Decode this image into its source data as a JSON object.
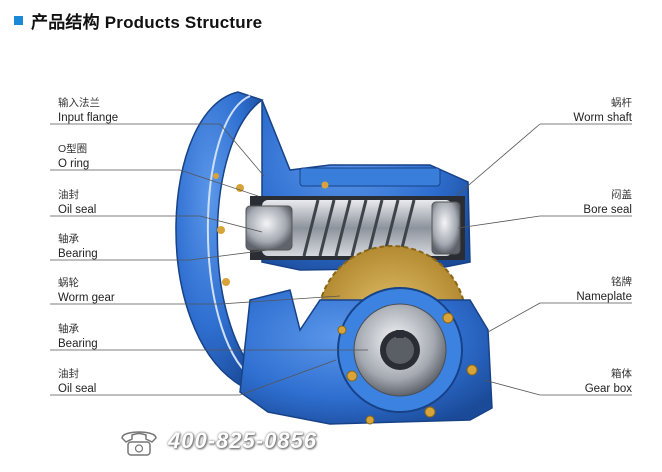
{
  "header": {
    "title": "产品结构 Products Structure",
    "accent": "#1a8ad8"
  },
  "labels_left": [
    {
      "cn": "输入法兰",
      "en": "Input flange"
    },
    {
      "cn": "O型圈",
      "en": "O ring"
    },
    {
      "cn": "油封",
      "en": "Oil seal"
    },
    {
      "cn": "轴承",
      "en": "Bearing"
    },
    {
      "cn": "蜗轮",
      "en": "Worm gear"
    },
    {
      "cn": "轴承",
      "en": "Bearing"
    },
    {
      "cn": "油封",
      "en": "Oil seal"
    }
  ],
  "labels_right": [
    {
      "cn": "蜗杆",
      "en": "Worm shaft"
    },
    {
      "cn": "闷盖",
      "en": "Bore seal"
    },
    {
      "cn": "铭牌",
      "en": "Nameplate"
    },
    {
      "cn": "箱体",
      "en": "Gear box"
    }
  ],
  "watermark": {
    "phone": "400-825-0856",
    "icon": "phone-icon"
  },
  "colors": {
    "housing": "#2f6fd0",
    "housing_dark": "#1d4fa0",
    "steel": "#b9bdc4",
    "bronze": "#c9a24a"
  }
}
